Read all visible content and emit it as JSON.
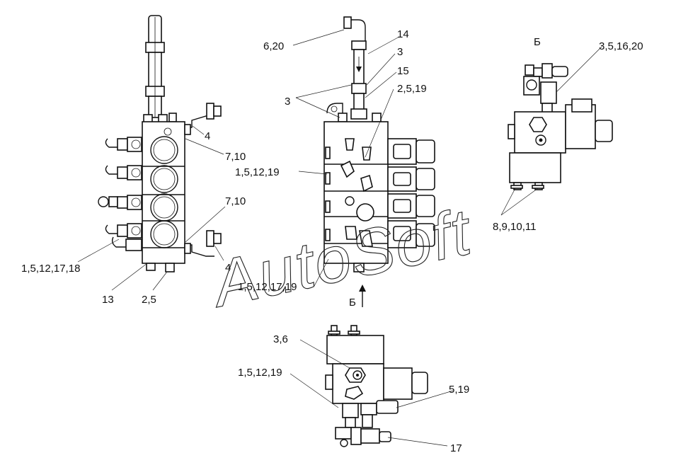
{
  "watermark": "AutoSoft",
  "view_labels": {
    "view_b_top": "Б",
    "view_b_arrow": "Б"
  },
  "callouts": {
    "left_4_top": "4",
    "left_7_10_top": "7,10",
    "left_7_10_bottom": "7,10",
    "left_4_bottom": "4",
    "left_1_5_12_17_18": "1,5,12,17,18",
    "left_13": "13",
    "left_2_5": "2,5",
    "mid_6_20": "6,20",
    "mid_14": "14",
    "mid_3_right": "3",
    "mid_15": "15",
    "mid_2_5_19": "2,5,19",
    "mid_3_left": "3",
    "mid_1_5_12_19": "1,5,12,19",
    "mid_1_5_12_17_19": "1,5,12,17,19",
    "right_3_5_16_20": "3,5,16,20",
    "right_8_9_10_11": "8,9,10,11",
    "bot_3_6": "3,6",
    "bot_1_5_12_19": "1,5,12,19",
    "bot_5_19": "5,19",
    "bot_17": "17"
  }
}
